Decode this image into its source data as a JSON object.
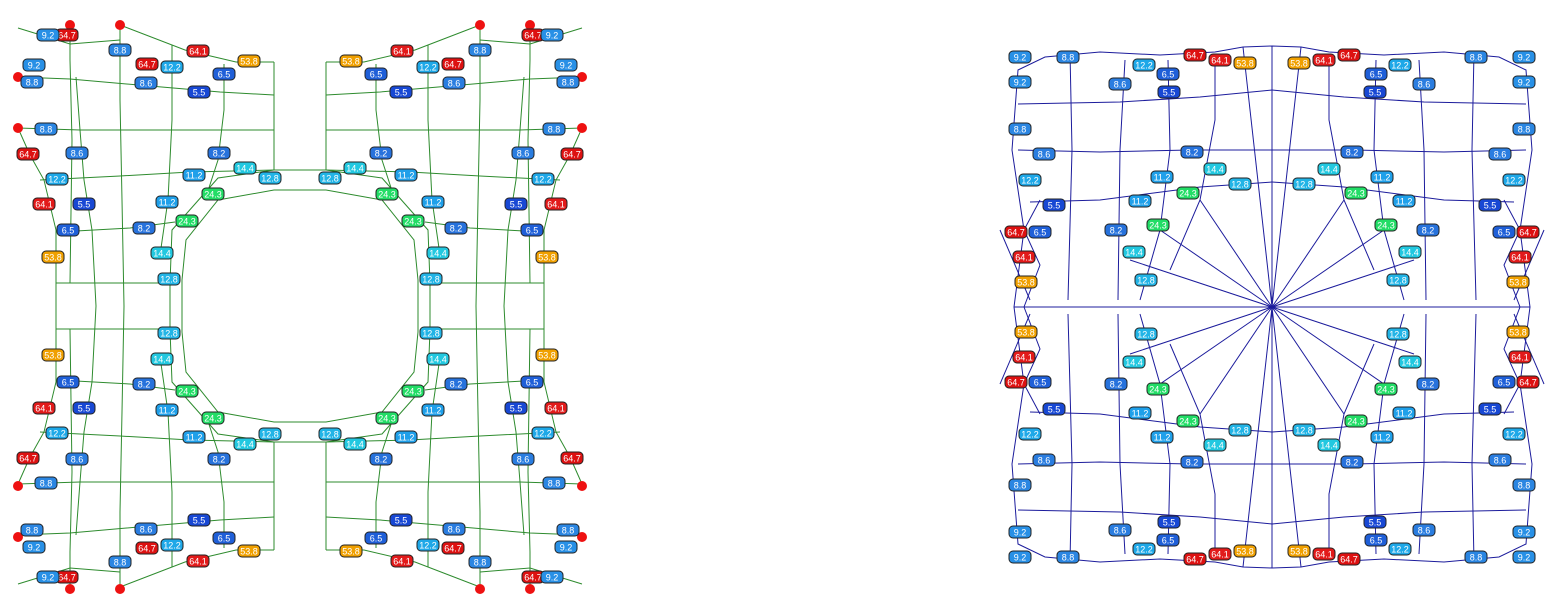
{
  "labels": {
    "v64_7": "64.7",
    "v64_1": "64.1",
    "v53_8": "53.8",
    "v24_3": "24.3",
    "v14_4": "14.4",
    "v12_8": "12.8",
    "v12_2": "12.2",
    "v11_2": "11.2",
    "v9_2": "9.2",
    "v8_8": "8.8",
    "v8_6": "8.6",
    "v8_2": "8.2",
    "v6_5": "6.5",
    "v5_5": "5.5"
  },
  "colors": {
    "background": "#ffffff",
    "left_mesh_edge": "#2e8b2e",
    "right_mesh_edge": "#1c1c9c",
    "fixed_node": "#ee1111",
    "label_outline": "#222222",
    "band_64_7": "#dd1111",
    "band_64_1": "#e21a1a",
    "band_53_8": "#f0a000",
    "band_24_3": "#22dd66",
    "band_14_4": "#22c8e0",
    "band_12_8": "#22b4e6",
    "band_12_2": "#1ea8e8",
    "band_11_2": "#1fa0ea",
    "band_9_2": "#2890e6",
    "band_8_8": "#2b86e2",
    "band_8_6": "#2a7de0",
    "band_8_2": "#2772dc",
    "band_6_5": "#1f5fd8",
    "band_5_5": "#1848d4"
  }
}
